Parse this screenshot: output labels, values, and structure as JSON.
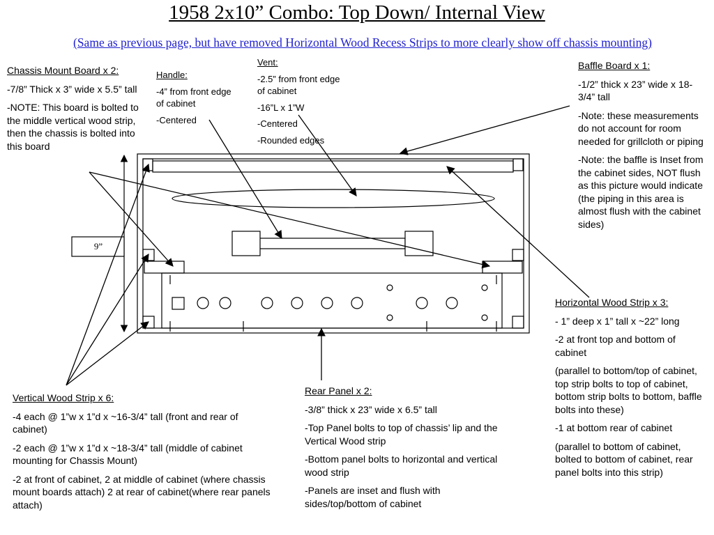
{
  "title": "1958 2x10” Combo: Top Down/ Internal View",
  "subtitle": "(Same as previous page, but have removed Horizontal Wood Recess Strips to more clearly show off chassis mounting)",
  "dimension_label": "9”",
  "notes": {
    "chassis_mount": {
      "heading": "Chassis Mount Board x 2:",
      "lines": [
        "-7/8” Thick x 3” wide x 5.5” tall",
        "-NOTE: This board is bolted to the middle vertical wood strip, then the chassis is bolted into this board"
      ]
    },
    "handle": {
      "heading": "Handle:",
      "lines": [
        "-4” from front edge of cabinet",
        "-Centered"
      ]
    },
    "vent": {
      "heading": "Vent:",
      "lines": [
        "-2.5” from front edge of cabinet",
        "-16”L x 1”W",
        "-Centered",
        "-Rounded edges"
      ]
    },
    "baffle": {
      "heading": "Baffle Board x 1:",
      "lines": [
        "-1/2” thick x 23” wide x 18-3/4” tall",
        "-Note: these measurements do not account for room needed for grillcloth or piping",
        "-Note: the baffle is Inset from the cabinet sides, NOT flush as this picture would indicate (the piping in this area is almost flush with the cabinet sides)"
      ]
    },
    "horizontal_strip": {
      "heading": "Horizontal Wood Strip x 3:",
      "lines": [
        "- 1” deep x 1” tall x ~22” long",
        "-2 at front top and bottom of cabinet",
        "(parallel to bottom/top of cabinet, top strip bolts to top of cabinet, bottom strip bolts to bottom, baffle bolts into these)",
        "-1 at bottom rear of cabinet",
        "(parallel to bottom of cabinet, bolted to bottom of cabinet, rear panel bolts into this strip)"
      ]
    },
    "vertical_strip": {
      "heading": "Vertical Wood Strip x 6:",
      "lines": [
        "-4 each @ 1”w x 1”d x ~16-3/4” tall (front and rear of cabinet)",
        "-2 each @ 1”w x 1”d x ~18-3/4” tall (middle of cabinet mounting for Chassis Mount)",
        "-2 at front of cabinet, 2 at middle of cabinet (where chassis mount boards attach) 2 at rear of cabinet(where rear panels attach)"
      ]
    },
    "rear_panel": {
      "heading": "Rear Panel x 2:",
      "lines": [
        "-3/8” thick x 23” wide x 6.5” tall",
        "-Top Panel bolts to top of chassis’ lip and the Vertical Wood strip",
        "-Bottom panel bolts to horizontal and vertical wood strip",
        "-Panels are inset and flush with sides/top/bottom of cabinet"
      ]
    }
  }
}
